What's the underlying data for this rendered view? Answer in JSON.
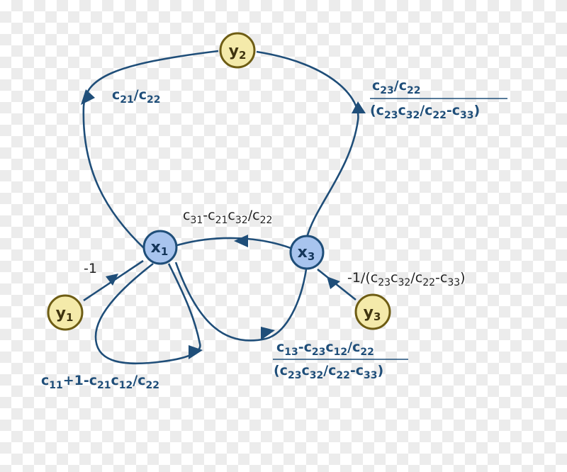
{
  "nodes": {
    "x1": {
      "letter": "x",
      "index": "1"
    },
    "x3": {
      "letter": "x",
      "index": "3"
    },
    "y1": {
      "letter": "y",
      "index": "1"
    },
    "y2": {
      "letter": "y",
      "index": "2"
    },
    "y3": {
      "letter": "y",
      "index": "3"
    }
  },
  "edge_labels": {
    "y2_x1": {
      "a": "c",
      "a_sub": "21",
      "b": "/c",
      "b_sub": "22"
    },
    "y2_x3_num": {
      "a": "c",
      "a_sub": "23",
      "b": "/c",
      "b_sub": "22"
    },
    "y2_x3_den": {
      "p": "(c",
      "p_sub": "23",
      "q": "c",
      "q_sub": "32",
      "r": "/c",
      "r_sub": "22",
      "s": "-c",
      "s_sub": "33",
      "t": ")"
    },
    "x3_x1": {
      "a": "c",
      "a_sub": "31",
      "b": "-c",
      "b_sub": "21",
      "c": "c",
      "c_sub": "32",
      "d": "/c",
      "d_sub": "22"
    },
    "y1_x1": {
      "text": "-1"
    },
    "y3_x3": {
      "a": "-1/(c",
      "a_sub": "23",
      "b": "c",
      "b_sub": "32",
      "c": "/c",
      "c_sub": "22",
      "d": "-c",
      "d_sub": "33",
      "e": ")"
    },
    "x1_x3_num": {
      "a": "c",
      "a_sub": "13",
      "b": "-c",
      "b_sub": "23",
      "c": "c",
      "c_sub": "12",
      "d": "/c",
      "d_sub": "22"
    },
    "x1_x3_den": {
      "p": "(c",
      "p_sub": "23",
      "q": "c",
      "q_sub": "32",
      "r": "/c",
      "r_sub": "22",
      "s": "-c",
      "s_sub": "33",
      "t": ")"
    },
    "x1_self": {
      "a": "c",
      "a_sub": "11",
      "b": "+1-c",
      "b_sub": "21",
      "c": "c",
      "c_sub": "12",
      "d": "/c",
      "d_sub": "22"
    }
  },
  "colors": {
    "edge": "#1f4e79",
    "x_fill": "#a8c4ee",
    "y_fill": "#f4eaaa",
    "y_stroke": "#6e5d14"
  }
}
